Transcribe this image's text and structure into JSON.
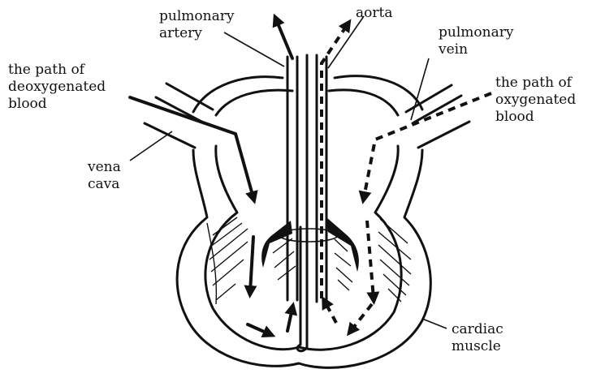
{
  "labels": {
    "pulmonary_artery": [
      "pulmonary",
      "artery"
    ],
    "aorta": "aorta",
    "pulmonary_vein": [
      "pulmonary",
      "vein"
    ],
    "deoxygenated_path": [
      "the path of",
      "deoxygenated",
      "blood"
    ],
    "oxygenated_path": [
      "the path of",
      "oxygenated",
      "blood"
    ],
    "vena_cava": [
      "vena",
      "cava"
    ],
    "cardiac_muscle": [
      "cardiac",
      "muscle"
    ]
  },
  "legend": {
    "deoxygenated_line_style": "solid",
    "oxygenated_line_style": "dashed"
  },
  "colors": {
    "ink": "#111111",
    "background": "#ffffff"
  }
}
